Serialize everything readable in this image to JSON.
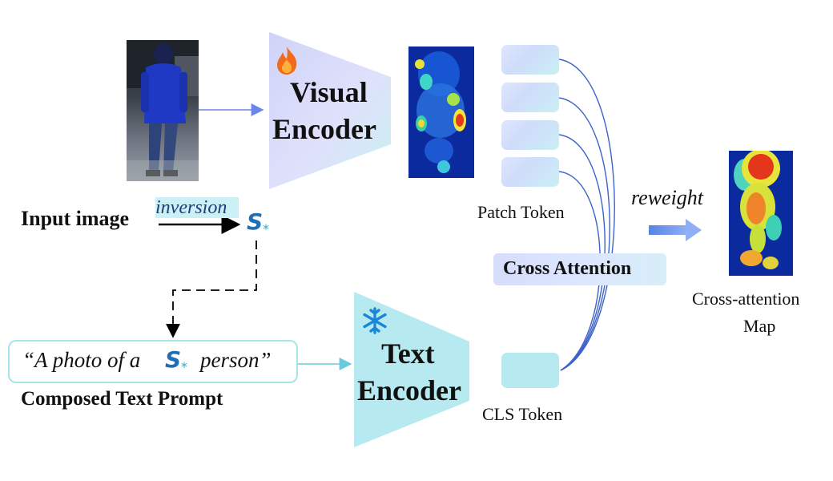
{
  "visual_encoder": {
    "line1": "Visual",
    "line2": "Encoder",
    "status_icon": "fire-icon"
  },
  "text_encoder": {
    "line1": "Text",
    "line2": "Encoder",
    "status_icon": "snowflake-icon"
  },
  "labels": {
    "input_image": "Input image",
    "inversion": "inversion",
    "s_symbol": "S",
    "s_subscript": "*",
    "prompt_open": "“A photo of a",
    "prompt_close": "person”",
    "composed_prompt": "Composed Text Prompt",
    "patch_token": "Patch Token",
    "cls_token": "CLS Token",
    "cross_attention": "Cross Attention",
    "reweight": "reweight",
    "cross_attention_map_line1": "Cross-attention",
    "cross_attention_map_line2": "Map"
  },
  "colors": {
    "visual_encoder": "#d9ddfb",
    "text_encoder": "#b7eaf0",
    "arrow_blue": "#6b86e8",
    "arrow_cyan": "#6cc9de",
    "connection_line": "#3e63c9"
  }
}
